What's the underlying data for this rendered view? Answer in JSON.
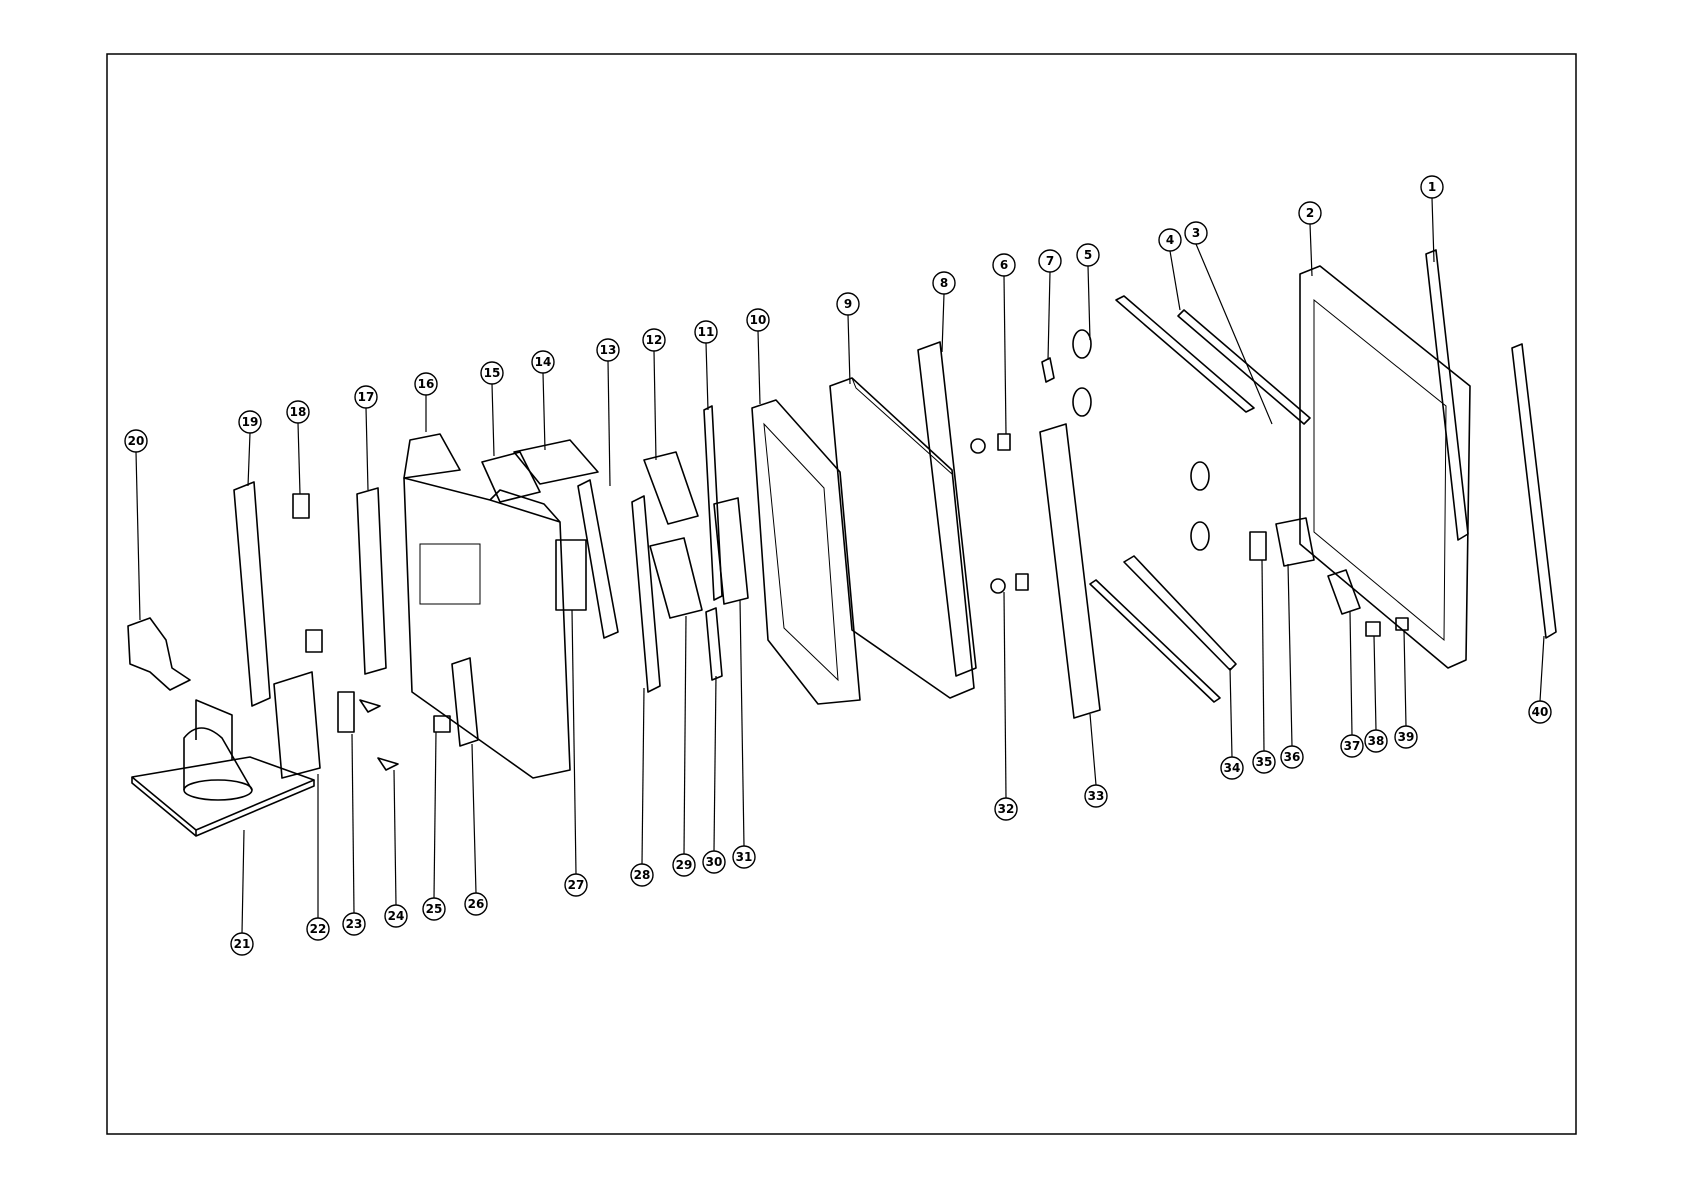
{
  "diagram": {
    "type": "exploded-parts-view",
    "callouts": [
      {
        "label": "1"
      },
      {
        "label": "2"
      },
      {
        "label": "3"
      },
      {
        "label": "4"
      },
      {
        "label": "5"
      },
      {
        "label": "6"
      },
      {
        "label": "7"
      },
      {
        "label": "8"
      },
      {
        "label": "9"
      },
      {
        "label": "10"
      },
      {
        "label": "11"
      },
      {
        "label": "12"
      },
      {
        "label": "13"
      },
      {
        "label": "14"
      },
      {
        "label": "15"
      },
      {
        "label": "16"
      },
      {
        "label": "17"
      },
      {
        "label": "18"
      },
      {
        "label": "19"
      },
      {
        "label": "20"
      },
      {
        "label": "21"
      },
      {
        "label": "22"
      },
      {
        "label": "23"
      },
      {
        "label": "24"
      },
      {
        "label": "25"
      },
      {
        "label": "26"
      },
      {
        "label": "27"
      },
      {
        "label": "28"
      },
      {
        "label": "29"
      },
      {
        "label": "30"
      },
      {
        "label": "31"
      },
      {
        "label": "32"
      },
      {
        "label": "33"
      },
      {
        "label": "34"
      },
      {
        "label": "35"
      },
      {
        "label": "36"
      },
      {
        "label": "37"
      },
      {
        "label": "38"
      },
      {
        "label": "39"
      },
      {
        "label": "40"
      }
    ]
  }
}
